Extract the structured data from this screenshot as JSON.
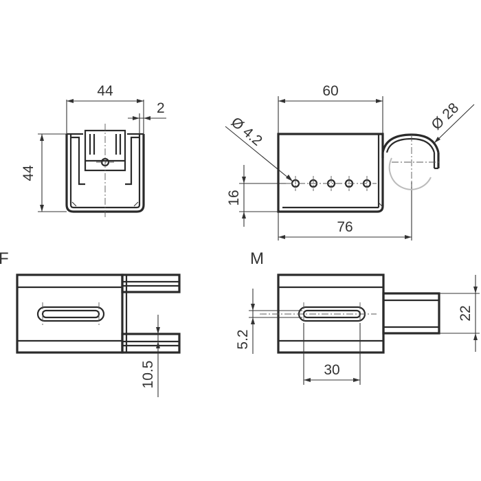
{
  "drawing": {
    "front_view": {
      "width": "44",
      "height": "44",
      "wall": "2"
    },
    "side_view": {
      "length": "60",
      "hole_dia": "Ø 4.2",
      "tube_dia": "Ø 28",
      "hole_height": "16",
      "overall": "76"
    },
    "view_f": {
      "label": "F",
      "slot_offset": "10.5"
    },
    "view_m": {
      "label": "M",
      "slot_width": "5.2",
      "tube_width": "22",
      "slot_length": "30"
    }
  }
}
